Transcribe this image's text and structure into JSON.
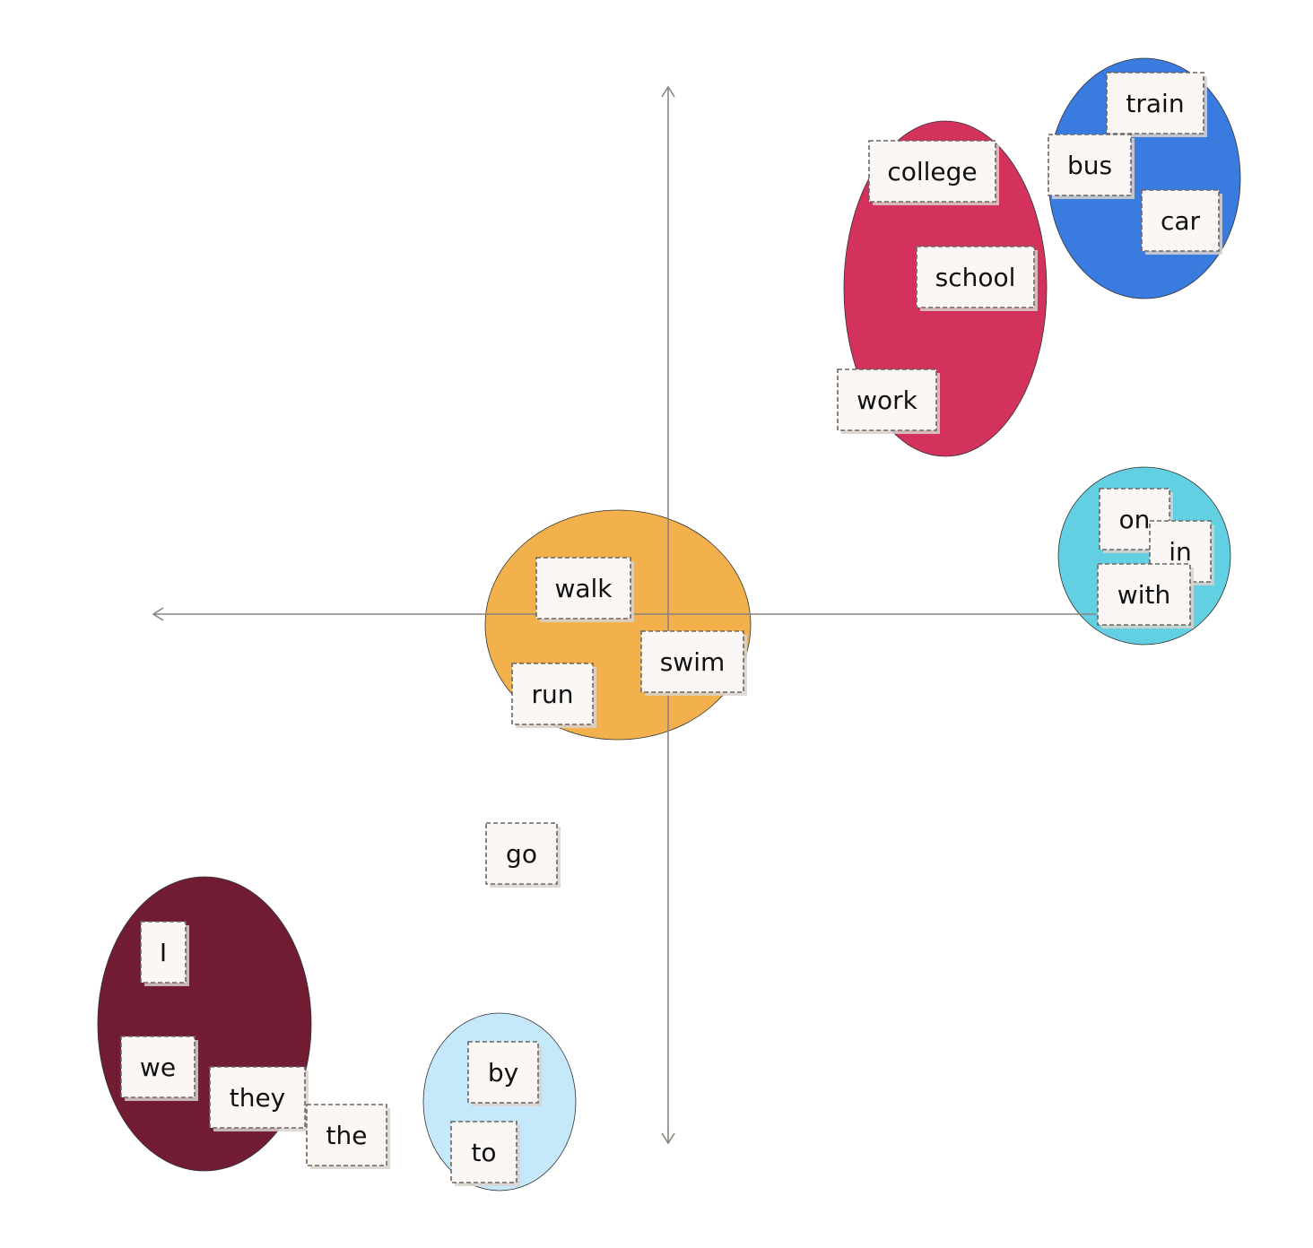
{
  "colors": {
    "axis": "#8a847e",
    "card_fill": "#fbf7f5",
    "card_border": "#6b6662",
    "text": "#111111",
    "crimson": "#d3325c",
    "blue": "#3a7be0",
    "cyan": "#62cfe2",
    "orange": "#f2b14c",
    "maroon": "#721c33",
    "light_blue": "#c5e8fb"
  },
  "clusters": [
    {
      "id": "crimson",
      "color": "crimson",
      "words": [
        "college",
        "school",
        "work"
      ]
    },
    {
      "id": "blue",
      "color": "blue",
      "words": [
        "train",
        "bus",
        "car"
      ]
    },
    {
      "id": "cyan",
      "color": "cyan",
      "words": [
        "on",
        "in",
        "with"
      ]
    },
    {
      "id": "orange",
      "color": "orange",
      "words": [
        "walk",
        "swim",
        "run"
      ]
    },
    {
      "id": "maroon",
      "color": "maroon",
      "words": [
        "I",
        "we",
        "they"
      ]
    },
    {
      "id": "light-blue",
      "color": "light_blue",
      "words": [
        "by",
        "to"
      ]
    }
  ],
  "unclustered_words": [
    "go",
    "the"
  ]
}
